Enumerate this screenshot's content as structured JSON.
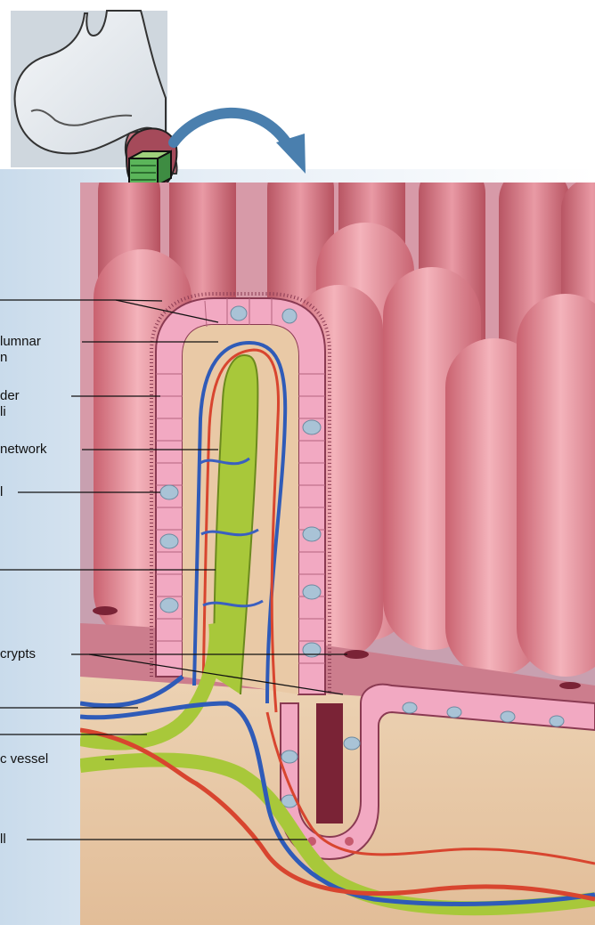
{
  "labels": [
    {
      "id": "villus",
      "text": ""
    },
    {
      "id": "simple-columnar-epithelium",
      "text": "lumnar",
      "text2": "n"
    },
    {
      "id": "brush-border",
      "text": "der",
      "text2": "li"
    },
    {
      "id": "capillary-network",
      "text": "network"
    },
    {
      "id": "goblet-cell",
      "text": "l"
    },
    {
      "id": "lacteal",
      "text": ""
    },
    {
      "id": "intestinal-crypts",
      "text": "crypts"
    },
    {
      "id": "arteriole",
      "text": ""
    },
    {
      "id": "venule",
      "text": ""
    },
    {
      "id": "lymphatic-vessel",
      "text": "c vessel"
    },
    {
      "id": "paneth-cell",
      "text": "ll"
    }
  ],
  "colors": {
    "background_panel": "#dfe8f2",
    "villus_pink": "#e98f9e",
    "epithelium": "#f2a9c2",
    "goblet_blue": "#a9c3d6",
    "lamina_tan": "#e9c9a6",
    "artery_red": "#d8452f",
    "vein_blue": "#2f5bb8",
    "lymph_green": "#a8c83a",
    "leader_line": "#111111"
  },
  "icons": [
    "stomach-icon",
    "arrow-curve-icon",
    "zoom-cube-icon"
  ]
}
